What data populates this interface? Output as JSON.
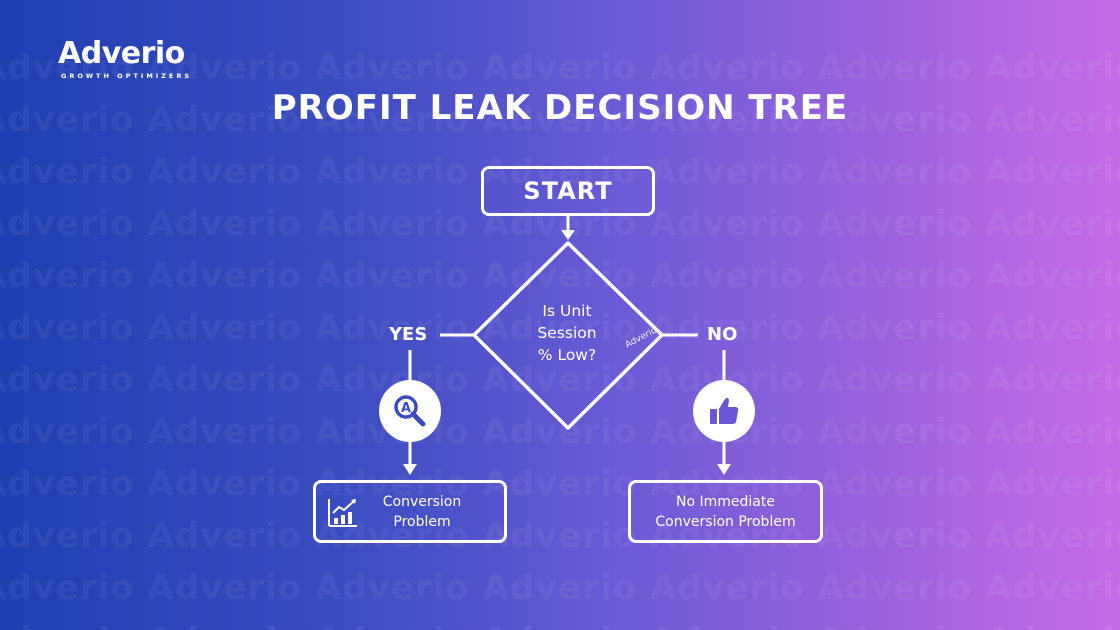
{
  "brand": {
    "name": "Adverio",
    "tagline": "GROWTH OPTIMIZERS",
    "watermark_text": "Adverio",
    "colors": {
      "gradient_start": "#1f3fb0",
      "gradient_mid": "#6a5bd6",
      "gradient_end": "#c56ce6",
      "foreground": "#ffffff"
    }
  },
  "title": "PROFIT LEAK DECISION TREE",
  "flow": {
    "start": "START",
    "decision": {
      "line1": "Is Unit",
      "line2": "Session",
      "line3": "% Low?",
      "stamp": "Adverio"
    },
    "yes_label": "YES",
    "no_label": "NO",
    "yes_icon": "magnifier-icon",
    "no_icon": "thumbs-up-icon",
    "yes_outcome": {
      "line1": "Conversion",
      "line2": "Problem",
      "icon": "bar-chart-growth-icon"
    },
    "no_outcome": {
      "line1": "No Immediate",
      "line2": "Conversion Problem"
    }
  }
}
